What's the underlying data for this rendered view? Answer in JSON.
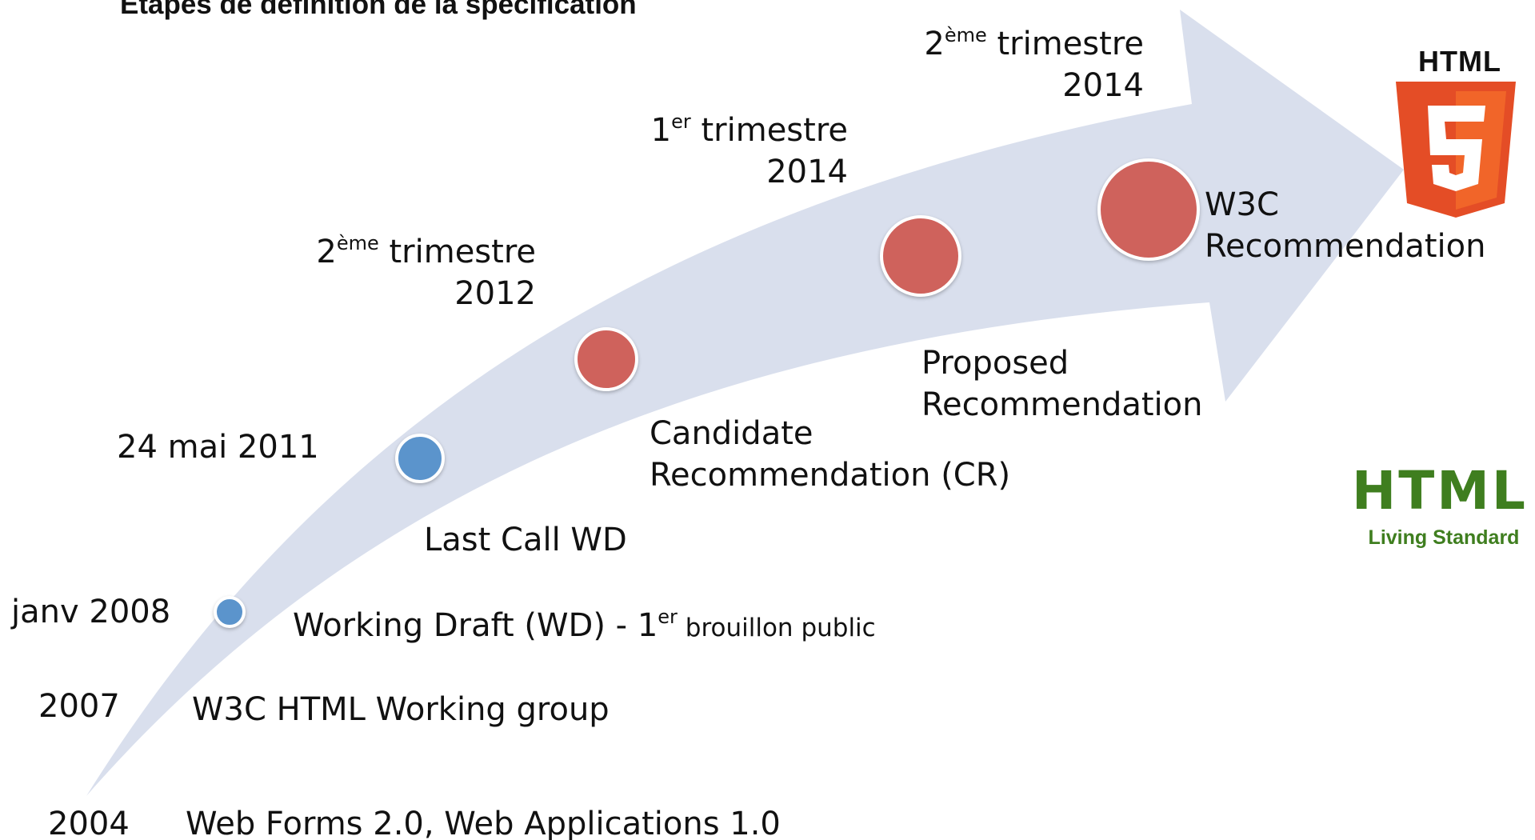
{
  "title": "Étapes de définition de la spécification",
  "colors": {
    "arrow_fill": "#d9dfed",
    "milestone_blue": "#5b94cc",
    "milestone_red": "#cf625c",
    "html5_orange": "#e44d26",
    "html5_orange_light": "#f16529",
    "living_standard_green": "#3f7e1f"
  },
  "milestones": [
    {
      "date": "2004",
      "label": "Web Forms 2.0, Web Applications 1.0",
      "marker": "none"
    },
    {
      "date": "2007",
      "label": "W3C HTML Working group",
      "marker": "none"
    },
    {
      "date": "janv 2008",
      "label_main": "Working Draft (WD) - 1",
      "label_sup": "er",
      "label_tail": " brouillon public",
      "marker": "blue-small"
    },
    {
      "date": "24 mai 2011",
      "label": "Last Call WD",
      "marker": "blue-medium"
    },
    {
      "date_prefix": "2",
      "date_sup": "ème",
      "date_suffix": " trimestre",
      "date_year": "2012",
      "label_lines": [
        "Candidate",
        "Recommendation (CR)"
      ],
      "marker": "red-medium"
    },
    {
      "date_prefix": "1",
      "date_sup": "er",
      "date_suffix": " trimestre",
      "date_year": "2014",
      "label_lines": [
        "Proposed",
        "Recommendation"
      ],
      "marker": "red-large"
    },
    {
      "date_prefix": "2",
      "date_sup": "ème",
      "date_suffix": " trimestre",
      "date_year": "2014",
      "label_lines": [
        "W3C",
        "Recommendation"
      ],
      "marker": "red-xlarge"
    }
  ],
  "logos": {
    "html5": {
      "text": "HTML",
      "digit": "5",
      "icon": "html5-shield-icon"
    },
    "living_standard": {
      "main": "HTML",
      "sub": "Living Standard"
    }
  }
}
